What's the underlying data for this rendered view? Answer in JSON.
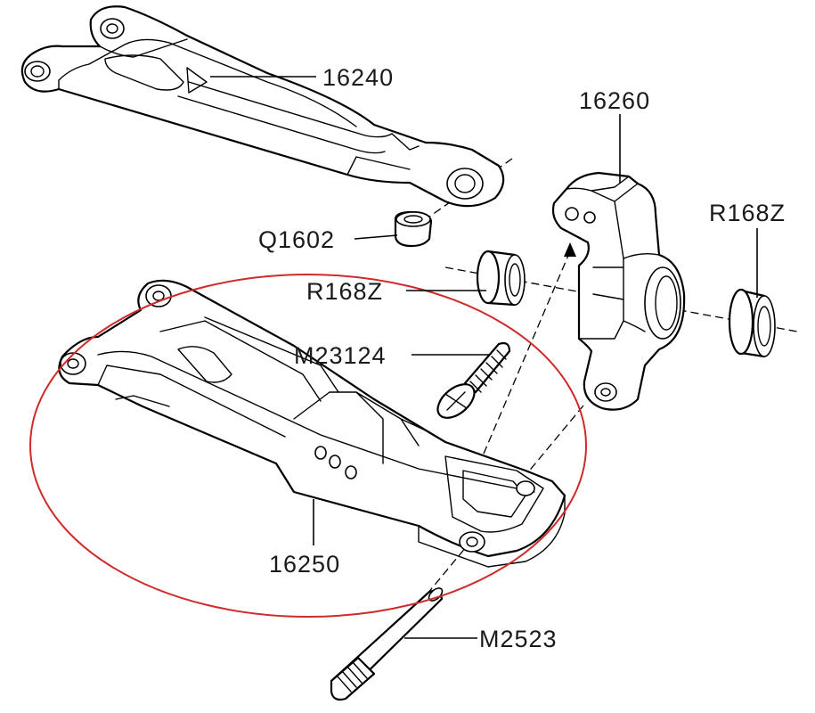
{
  "parts": {
    "upper_arm": "16240",
    "knuckle": "16260",
    "bearing_right": "R168Z",
    "ball_stud": "Q1602",
    "bearing_left": "R168Z",
    "screw": "M23124",
    "lower_arm": "16250",
    "hinge_pin": "M2523"
  },
  "colors": {
    "line": "#000000",
    "highlight": "#d02a2a",
    "background": "#ffffff"
  }
}
